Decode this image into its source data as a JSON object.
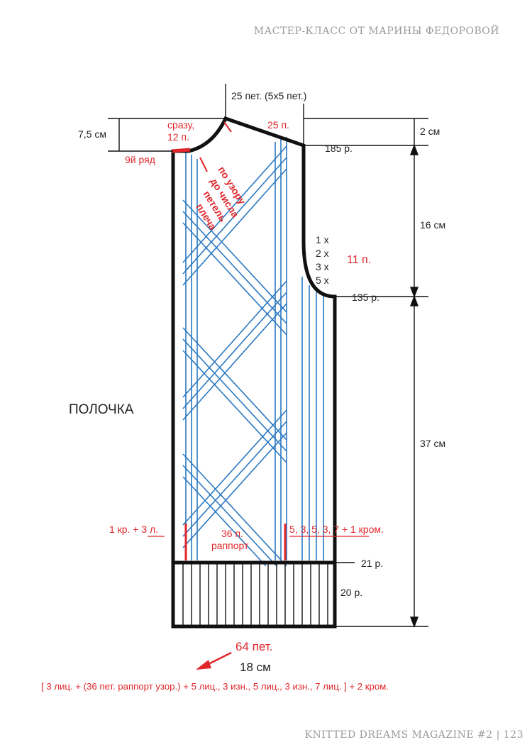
{
  "header": {
    "title": "МАСТЕР-КЛАСС ОТ МАРИНЫ ФЕДОРОВОЙ"
  },
  "footer": {
    "text": "KNITTED DREAMS MAGAZINE #2 | 123"
  },
  "piece_name": "ПОЛОЧКА",
  "colors": {
    "outline": "#111111",
    "pattern": "#2a78c2",
    "annotation": "#e0262b",
    "text": "#222222"
  },
  "labels": {
    "top_stitches": "25 пет. (5х5 пет.)",
    "neck_height": "7,5 см",
    "shoulder_height": "2 см",
    "immediately": "сразу,",
    "immediately_count": "12 п.",
    "neck_row": "9й ряд",
    "shoulder_stitches": "25 п.",
    "row_185": "185 р.",
    "armhole_height": "16 см",
    "decrease_1": "1 х",
    "decrease_2": "2 х",
    "decrease_3": "3 х",
    "decrease_5": "5 х",
    "armhole_stitches": "11 п.",
    "row_135": "135 р.",
    "body_height": "37 см",
    "pattern_note_1": "по узору",
    "pattern_note_2": "до числа",
    "pattern_note_3": "петель",
    "pattern_note_4": "плеча",
    "left_edge": "1 кр. + 3 л.",
    "repeat_count": "36 п.",
    "repeat_word": "раппорт",
    "right_edge": "5, 3, 5, 3, 7 + 1 кром.",
    "row_21": "21 р.",
    "rib_rows": "20 р.",
    "total_stitches": "64 пет.",
    "width": "18 см",
    "formula": "[ 3 лиц. + (36 пет. раппорт узор.) + 5 лиц., 3 изн., 5 лиц., 3 изн., 7 лиц. ] + 2 кром."
  }
}
